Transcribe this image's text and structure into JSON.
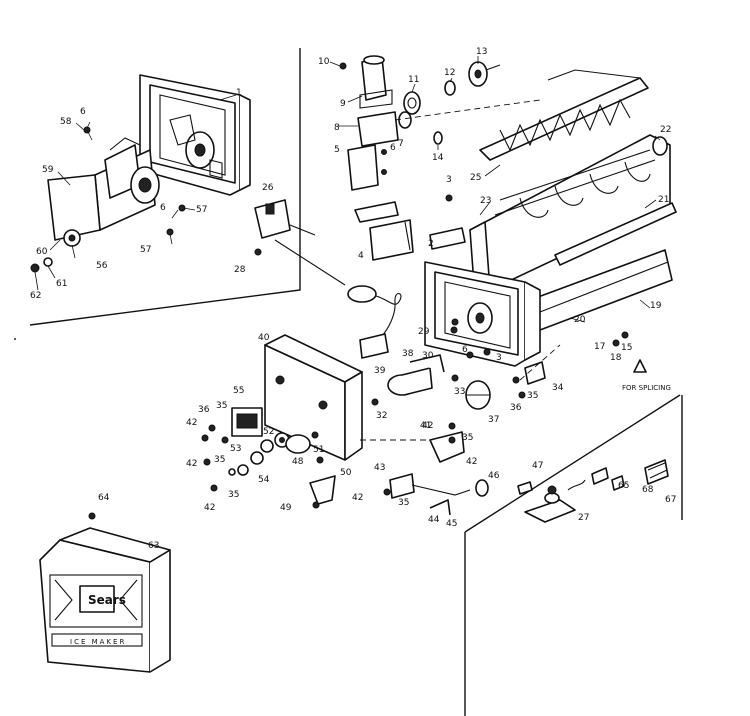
{
  "diagram": {
    "callouts": [
      "1",
      "2",
      "3",
      "4",
      "5",
      "6",
      "7",
      "8",
      "9",
      "10",
      "11",
      "12",
      "13",
      "14",
      "15",
      "17",
      "18",
      "19",
      "20",
      "21",
      "22",
      "23",
      "25",
      "26",
      "27",
      "28",
      "29",
      "30",
      "32",
      "33",
      "34",
      "35",
      "36",
      "37",
      "38",
      "39",
      "40",
      "41",
      "42",
      "43",
      "44",
      "45",
      "46",
      "47",
      "48",
      "49",
      "50",
      "51",
      "52",
      "53",
      "54",
      "55",
      "56",
      "57",
      "58",
      "59",
      "60",
      "61",
      "62",
      "63",
      "64",
      "65",
      "67",
      "68"
    ],
    "note": "FOR SPLICING",
    "cover_label": "ICE MAKER",
    "cover_emblem": "Sears"
  }
}
